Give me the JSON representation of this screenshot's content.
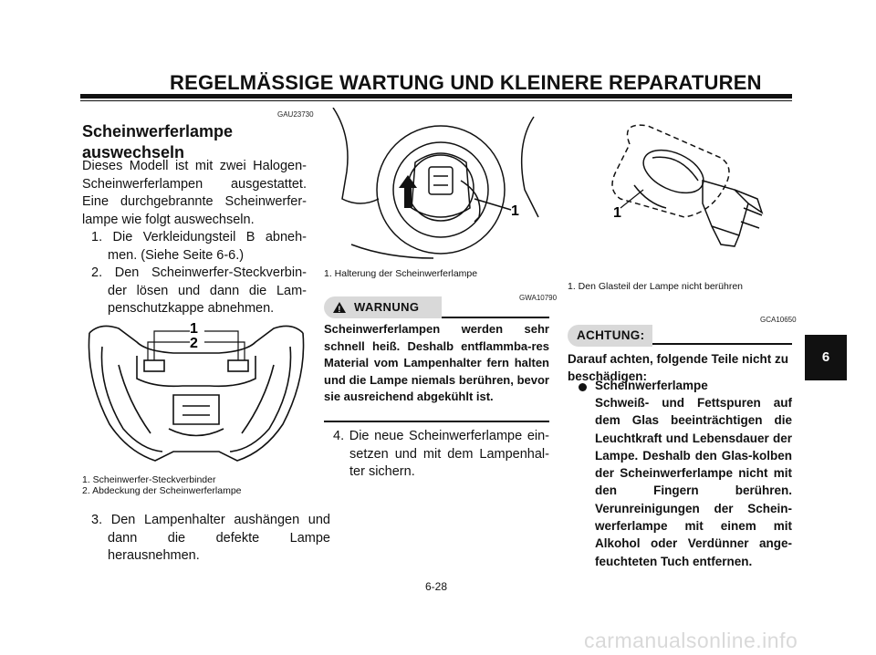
{
  "header": {
    "title": "REGELMÄSSIGE WARTUNG UND KLEINERE REPARATUREN"
  },
  "left": {
    "code": "GAU23730",
    "heading": "Scheinwerferlampe auswechseln",
    "intro": "Dieses Modell ist mit zwei Halogen-Scheinwerferlampen ausgestattet. Eine durchgebrannte Scheinwerfer-lampe wie folgt auswechseln.",
    "steps": [
      "1. Die Verkleidungsteil B abneh-men. (Siehe Seite 6-6.)",
      "2. Den Scheinwerfer-Steckverbin-der lösen und dann die Lam-penschutzkappe abnehmen."
    ],
    "figure_labels": [
      "1",
      "2"
    ],
    "captions": [
      "1. Scheinwerfer-Steckverbinder",
      "2. Abdeckung der Scheinwerferlampe"
    ],
    "step3": "3. Den Lampenhalter aushängen und dann die defekte Lampe herausnehmen."
  },
  "middle": {
    "figure_label": "1",
    "caption": "1. Halterung der Scheinwerferlampe",
    "code": "GWA10790",
    "warning_label": "WARNUNG",
    "warning_text": "Scheinwerferlampen werden sehr schnell heiß. Deshalb entflammba-res Material vom Lampenhalter fern halten und die Lampe niemals berühren, bevor sie ausreichend abgekühlt ist.",
    "step4": "4. Die neue Scheinwerferlampe ein-setzen und mit dem Lampenhal-ter sichern."
  },
  "right": {
    "figure_label": "1",
    "caption": "1. Den Glasteil der Lampe nicht berühren",
    "code": "GCA10650",
    "notice_label": "ACHTUNG:",
    "notice_intro": "Darauf achten, folgende Teile nicht zu beschädigen:",
    "bullet_title": "Scheinwerferlampe",
    "bullet_text": "Schweiß- und Fettspuren auf dem Glas beeinträchtigen die Leuchtkraft und Lebensdauer der Lampe. Deshalb den Glas-kolben der Scheinwerferlampe nicht mit den Fingern berühren. Verunreinigungen der Schein-werferlampe mit einem mit Alkohol oder Verdünner ange-feuchteten Tuch entfernen."
  },
  "chapter_tab": "6",
  "page_number": "6-28",
  "watermark": "carmanualsonline.info"
}
